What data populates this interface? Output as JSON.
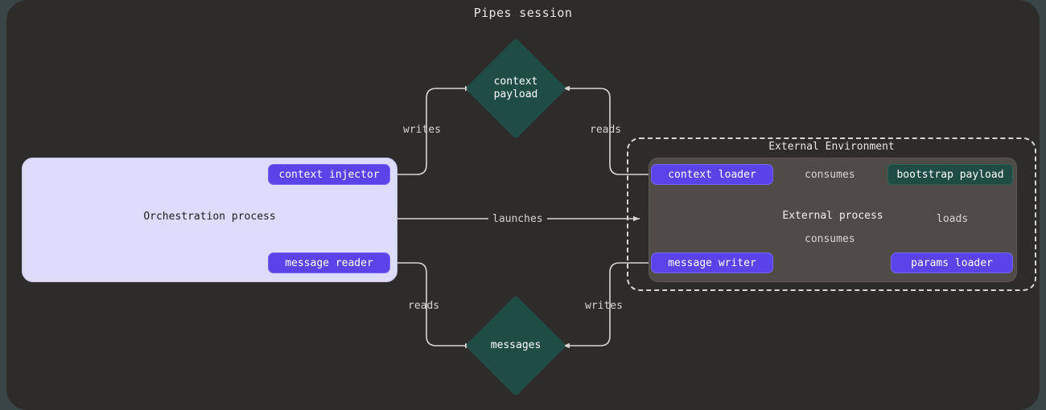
{
  "title": "Pipes session",
  "colors": {
    "page_background": "#3a4548",
    "panel_background": "#2e2c2b",
    "orchestration_fill": "#dedcfc",
    "external_process_fill": "#4f4b47",
    "node_purple": "#5a43e8",
    "node_teal": "#1f4c44",
    "edge_stroke": "#d8d6d2",
    "text_light": "#e8e6e3",
    "text_dark": "#1c1c1c"
  },
  "clusters": {
    "orchestration": {
      "label": "Orchestration process"
    },
    "external_environment": {
      "label": "External Environment"
    },
    "external_process": {
      "label": "External process"
    }
  },
  "nodes": {
    "context_injector": {
      "label": "context injector",
      "shape": "rounded-rect",
      "color": "#5a43e8"
    },
    "message_reader": {
      "label": "message reader",
      "shape": "rounded-rect",
      "color": "#5a43e8"
    },
    "context_loader": {
      "label": "context loader",
      "shape": "rounded-rect",
      "color": "#5a43e8"
    },
    "message_writer": {
      "label": "message writer",
      "shape": "rounded-rect",
      "color": "#5a43e8"
    },
    "params_loader": {
      "label": "params loader",
      "shape": "rounded-rect",
      "color": "#5a43e8"
    },
    "bootstrap_payload": {
      "label": "bootstrap payload",
      "shape": "rect",
      "color": "#1f4c44"
    },
    "context_payload": {
      "label": "context\npayload",
      "shape": "diamond",
      "color": "#1f4c44"
    },
    "messages": {
      "label": "messages",
      "shape": "diamond",
      "color": "#1f4c44"
    }
  },
  "edges": [
    {
      "id": "e1",
      "from": "context_injector",
      "to": "context_payload",
      "label": "writes"
    },
    {
      "id": "e2",
      "from": "context_loader",
      "to": "context_payload",
      "label": "reads"
    },
    {
      "id": "e3",
      "from": "orchestration",
      "to": "external_environment",
      "label": "launches"
    },
    {
      "id": "e4",
      "from": "message_reader",
      "to": "messages",
      "label": "reads"
    },
    {
      "id": "e5",
      "from": "message_writer",
      "to": "messages",
      "label": "writes"
    },
    {
      "id": "e6",
      "from": "context_loader",
      "to": "bootstrap_payload",
      "label": "consumes"
    },
    {
      "id": "e7",
      "from": "message_writer",
      "to": "bootstrap_payload",
      "label": "consumes"
    },
    {
      "id": "e8",
      "from": "params_loader",
      "to": "bootstrap_payload",
      "label": "loads"
    }
  ]
}
